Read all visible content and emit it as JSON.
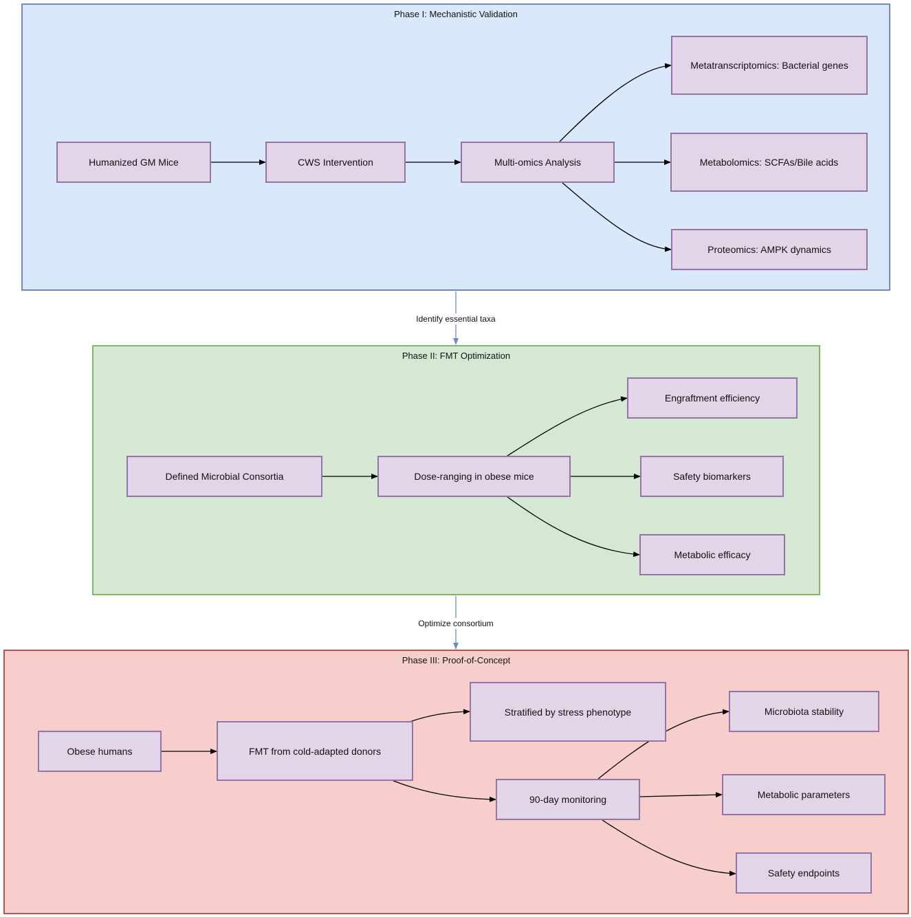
{
  "phases": [
    {
      "title": "Phase I: Mechanistic Validation",
      "fill": "#dae8fc",
      "stroke": "#6c8ebf",
      "nodes": [
        "Humanized GM Mice",
        "CWS Intervention",
        "Multi-omics Analysis",
        "Metatranscriptomics: Bacterial genes",
        "Metabolomics: SCFAs/Bile acids",
        "Proteomics: AMPK dynamics"
      ]
    },
    {
      "title": "Phase II: FMT Optimization",
      "fill": "#d5e8d4",
      "stroke": "#82b366",
      "nodes": [
        "Defined Microbial Consortia",
        "Dose-ranging in obese mice",
        "Engraftment efficiency",
        "Safety biomarkers",
        "Metabolic efficacy"
      ]
    },
    {
      "title": "Phase III: Proof-of-Concept",
      "fill": "#f8cecc",
      "stroke": "#b85450",
      "nodes": [
        "Obese humans",
        "FMT from cold-adapted donors",
        "Stratified by stress phenotype",
        "90-day monitoring",
        "Microbiota stability",
        "Metabolic parameters",
        "Safety endpoints"
      ]
    }
  ],
  "links": [
    {
      "label": "Identify essential taxa"
    },
    {
      "label": "Optimize consortium"
    }
  ],
  "colors": {
    "node_fill": "#e1d5e7",
    "node_stroke": "#9673a6",
    "edge": "#000000",
    "link_edge": "#6c8ebf"
  }
}
